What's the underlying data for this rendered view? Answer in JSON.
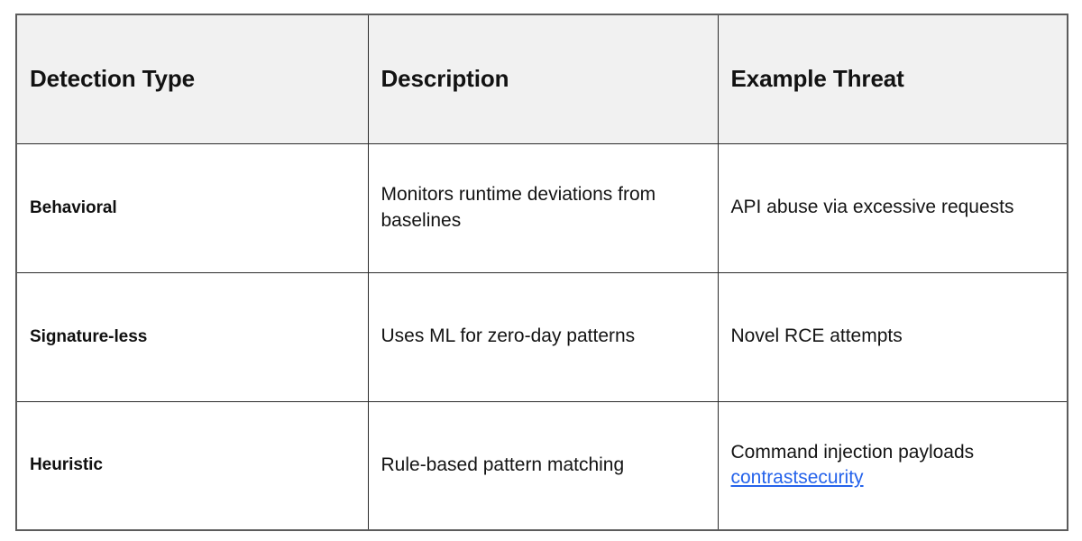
{
  "table": {
    "columns": [
      "Detection Type",
      "Description",
      "Example Threat"
    ],
    "rows": [
      {
        "type": "Behavioral",
        "description": "Monitors runtime deviations from baselines",
        "threat": "API abuse via excessive requests",
        "link": ""
      },
      {
        "type": "Signature-less",
        "description": "Uses ML for zero-day patterns",
        "threat": "Novel RCE attempts",
        "link": ""
      },
      {
        "type": "Heuristic",
        "description": "Rule-based pattern matching",
        "threat": "Command injection payloads",
        "link": "contrastsecurity"
      }
    ]
  },
  "colors": {
    "header_background": "#f1f1f1",
    "border": "#2b2b2b",
    "outer_border": "#5c5c5c",
    "text": "#141414",
    "link": "#2563eb",
    "page_background": "#ffffff"
  }
}
